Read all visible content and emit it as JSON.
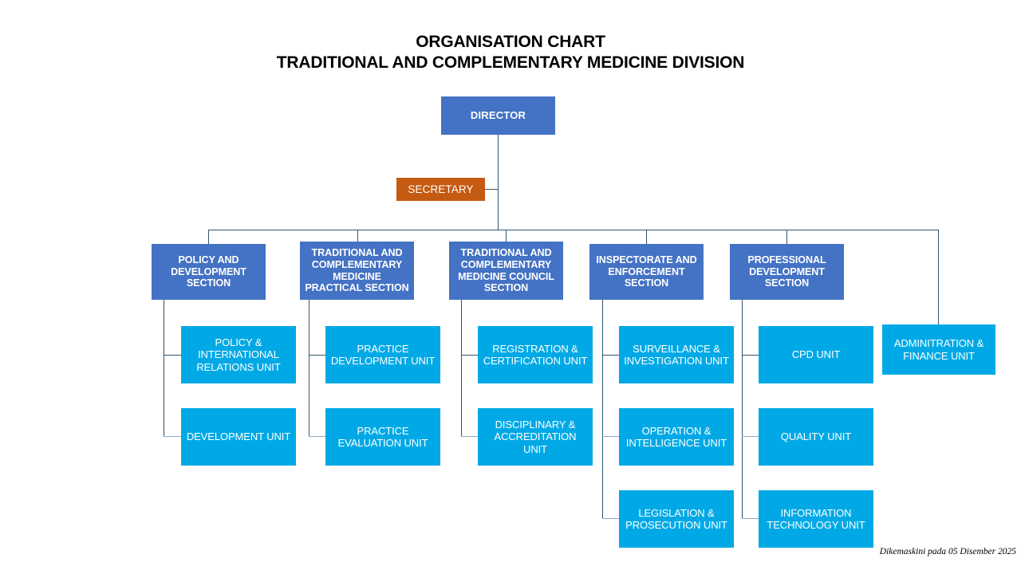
{
  "title": {
    "line1": "ORGANISATION CHART",
    "line2": "TRADITIONAL AND COMPLEMENTARY MEDICINE DIVISION"
  },
  "colors": {
    "director": "#4472C4",
    "secretary": "#C55A11",
    "section": "#4472C4",
    "unit": "#00A9E6",
    "connector": "#31566E",
    "connector_light": "#8EA9C1",
    "text_on_box": "#FFFFFF",
    "title_text": "#000000"
  },
  "chart_data": {
    "type": "org-chart",
    "root": "DIRECTOR",
    "staff": "SECRETARY"
  },
  "nodes": {
    "director": {
      "label": "DIRECTOR"
    },
    "secretary": {
      "label": "SECRETARY"
    },
    "sections": [
      {
        "label": "POLICY AND DEVELOPMENT SECTION"
      },
      {
        "label": "TRADITIONAL AND COMPLEMENTARY MEDICINE PRACTICAL SECTION"
      },
      {
        "label": "TRADITIONAL AND COMPLEMENTARY MEDICINE COUNCIL SECTION"
      },
      {
        "label": "INSPECTORATE AND ENFORCEMENT SECTION"
      },
      {
        "label": "PROFESSIONAL DEVELOPMENT SECTION"
      }
    ],
    "units": [
      {
        "label": "POLICY & INTERNATIONAL RELATIONS UNIT"
      },
      {
        "label": "DEVELOPMENT UNIT"
      },
      {
        "label": "PRACTICE DEVELOPMENT UNIT"
      },
      {
        "label": "PRACTICE EVALUATION UNIT"
      },
      {
        "label": "REGISTRATION & CERTIFICATION UNIT"
      },
      {
        "label": "DISCIPLINARY & ACCREDITATION UNIT"
      },
      {
        "label": "SURVEILLANCE & INVESTIGATION UNIT"
      },
      {
        "label": "OPERATION & INTELLIGENCE UNIT"
      },
      {
        "label": "LEGISLATION & PROSECUTION UNIT"
      },
      {
        "label": "CPD UNIT"
      },
      {
        "label": "QUALITY UNIT"
      },
      {
        "label": "INFORMATION TECHNOLOGY UNIT"
      },
      {
        "label": "ADMINITRATION & FINANCE UNIT"
      }
    ]
  },
  "footer": {
    "note": "Dikemaskini pada 05 Disember 2025"
  }
}
